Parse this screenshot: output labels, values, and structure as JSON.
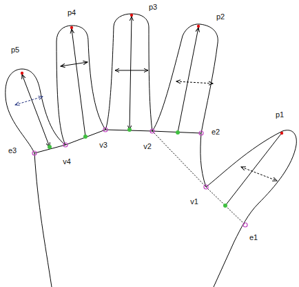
{
  "diagram": {
    "labels": [
      "p5",
      "p4",
      "p3",
      "p2",
      "p1",
      "e3",
      "v4",
      "v3",
      "v2",
      "e2",
      "v1",
      "e1"
    ]
  }
}
